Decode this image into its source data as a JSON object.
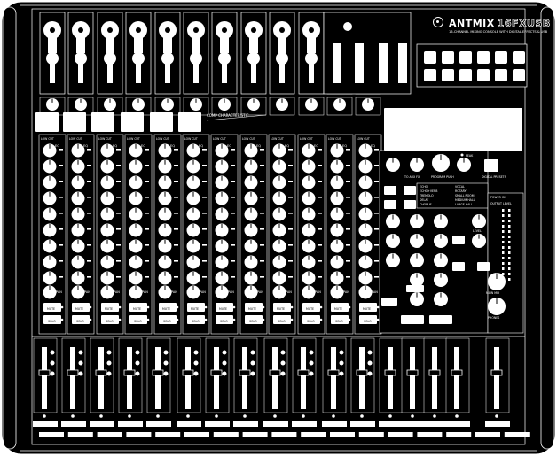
{
  "brand": {
    "name": "ANTMIX",
    "model": "16FXUSB",
    "subtitle": "16-CHANNEL MIXING CONSOLE WITH DIGITAL EFFECTS & USB"
  },
  "labels": {
    "comp_characteristic": "COMP CHARACTERISTIC",
    "channel_eq": "EQ",
    "channel_mute": "MUTE",
    "channel_solo": "SOLO",
    "channel_pan": "PAN",
    "low_cut": "LOW CUT",
    "digital_presets": "DIGITAL PRESETS",
    "program": "PROGRAM PUSH",
    "peak": "PEAK",
    "to_aux_fx": "TO AUX FX",
    "main_mix": "MAIN MIX",
    "phones": "PHONES",
    "level": "LEVEL",
    "output_level": "OUTPUT LEVEL",
    "power_on": "POWER ON"
  },
  "fx_presets": [
    "ECHO",
    "ECHO+VERB",
    "TREMOLO",
    "DELAY",
    "CHORUS",
    "VOCAL",
    "ROTARY",
    "SMALL ROOM",
    "MEDIUM HALL",
    "LARGE HALL"
  ],
  "colors": {
    "panel": "#000000",
    "ink": "#ffffff",
    "background": "#ffffff"
  },
  "channels": {
    "mono": 8,
    "stereo": 4,
    "count": 12
  }
}
